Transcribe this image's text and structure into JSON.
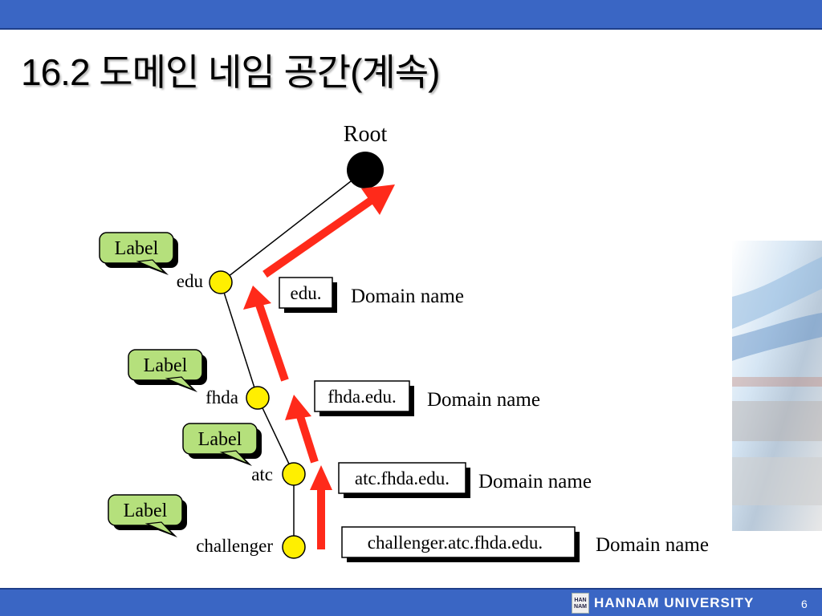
{
  "slide": {
    "title": "16.2 도메인 네임 공간(계속)",
    "page_number": "6",
    "footer_brand": "HANNAM UNIVERSITY",
    "logo_text": "HAN NAM"
  },
  "diagram": {
    "root_label": "Root",
    "nodes": [
      {
        "label": "edu",
        "domain": "edu.",
        "caption": "Domain name",
        "callout": "Label"
      },
      {
        "label": "fhda",
        "domain": "fhda.edu.",
        "caption": "Domain name",
        "callout": "Label"
      },
      {
        "label": "atc",
        "domain": "atc.fhda.edu.",
        "caption": "Domain name",
        "callout": "Label"
      },
      {
        "label": "challenger",
        "domain": "challenger.atc.fhda.edu.",
        "caption": "Domain name",
        "callout": "Label"
      }
    ]
  },
  "colors": {
    "bar": "#3a66c4",
    "node_fill": "#ffef00",
    "callout_fill": "#b5e07c",
    "arrow": "#ff2a1a",
    "root_fill": "#000000"
  }
}
